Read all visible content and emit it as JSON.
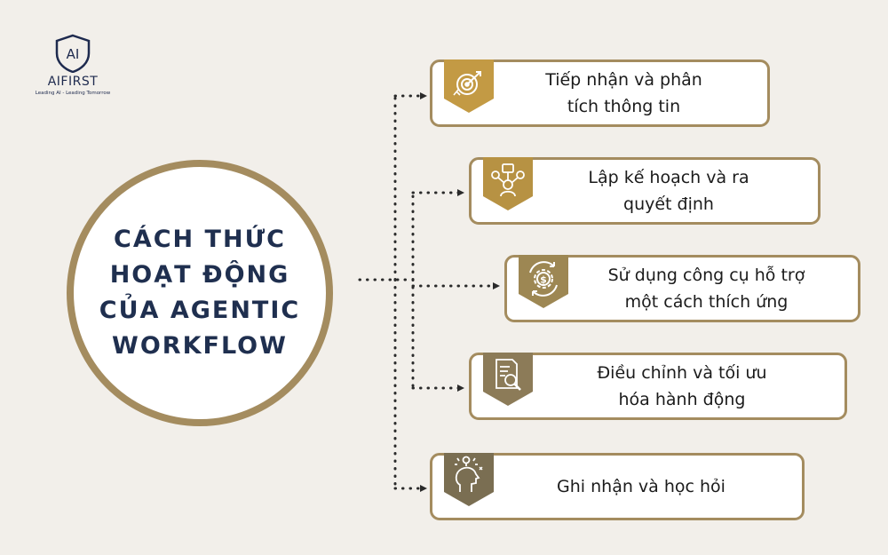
{
  "logo": {
    "mark": "AI",
    "name": "AIFIRST",
    "tagline": "Leading AI - Leading Tomorrow"
  },
  "hub": {
    "title_lines": [
      "CÁCH THỨC",
      "HOẠT ĐỘNG",
      "CỦA AGENTIC",
      "WORKFLOW"
    ]
  },
  "steps": [
    {
      "label_lines": [
        "Tiếp nhận và phân",
        "tích thông tin"
      ],
      "icon": "target-icon",
      "color": "#c39a44"
    },
    {
      "label_lines": [
        "Lập kế hoạch và ra",
        "quyết định"
      ],
      "icon": "planning-icon",
      "color": "#b79243"
    },
    {
      "label_lines": [
        "Sử dụng công cụ hỗ trợ",
        "một cách thích ứng"
      ],
      "icon": "gear-dollar-icon",
      "color": "#9d8753"
    },
    {
      "label_lines": [
        "Điều chỉnh và tối ưu",
        "hóa hành động"
      ],
      "icon": "document-search-icon",
      "color": "#8c7b58"
    },
    {
      "label_lines": [
        "Ghi nhận và học hỏi"
      ],
      "icon": "idea-head-icon",
      "color": "#7a6e52"
    }
  ],
  "colors": {
    "background": "#f2efea",
    "gold": "#a48c5f",
    "navy": "#1f2f4f",
    "connector": "#2a2a2a"
  }
}
